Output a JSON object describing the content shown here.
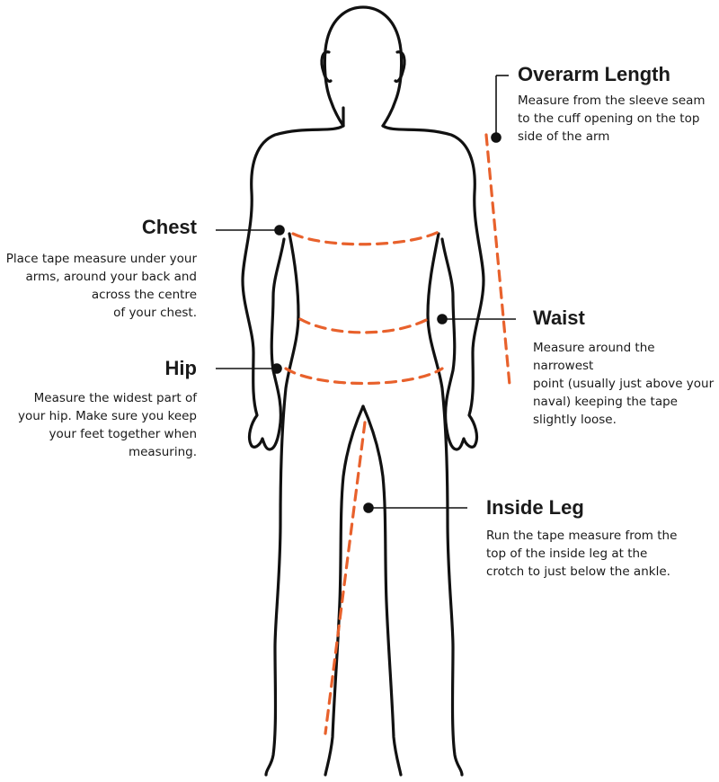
{
  "measurements": {
    "overarm": {
      "title": "Overarm Length",
      "description": "Measure from the sleeve seam\nto the cuff opening on the top\nside of the arm"
    },
    "chest": {
      "title": "Chest",
      "description": "Place tape measure under your\narms, around your back and\nacross the centre\nof your chest."
    },
    "waist": {
      "title": "Waist",
      "description": "Measure around the narrowest\npoint (usually just above your\nnaval) keeping the tape\nslightly loose."
    },
    "hip": {
      "title": "Hip",
      "description": "Measure the widest part of\nyour hip. Make sure you keep\nyour feet together when\nmeasuring."
    },
    "inside_leg": {
      "title": "Inside Leg",
      "description": "Run the tape measure from the\ntop of the inside leg at the\ncrotch to just below the ankle."
    }
  },
  "colors": {
    "outline": "#111111",
    "tape": "#e8612c",
    "leader": "#111111"
  }
}
